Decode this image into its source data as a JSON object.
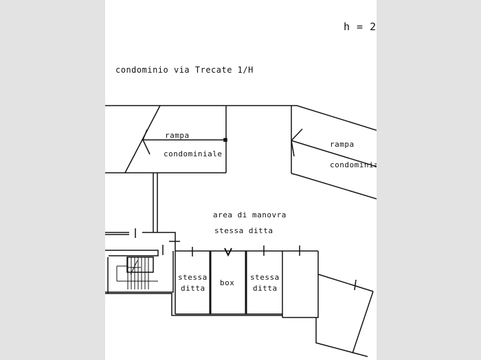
{
  "height_label": "h = 2",
  "building_label": "condominio via Trecate 1/H",
  "left_ramp": {
    "line1": "rampa",
    "line2": "condominiale"
  },
  "right_ramp": {
    "line1": "rampa",
    "line2": "condominiale"
  },
  "maneuver_area": {
    "line1": "area di manovra",
    "line2": "stessa ditta"
  },
  "boxes": [
    {
      "line1": "stessa",
      "line2": "ditta"
    },
    {
      "line1": "box"
    },
    {
      "line1": "stessa",
      "line2": "ditta"
    }
  ]
}
